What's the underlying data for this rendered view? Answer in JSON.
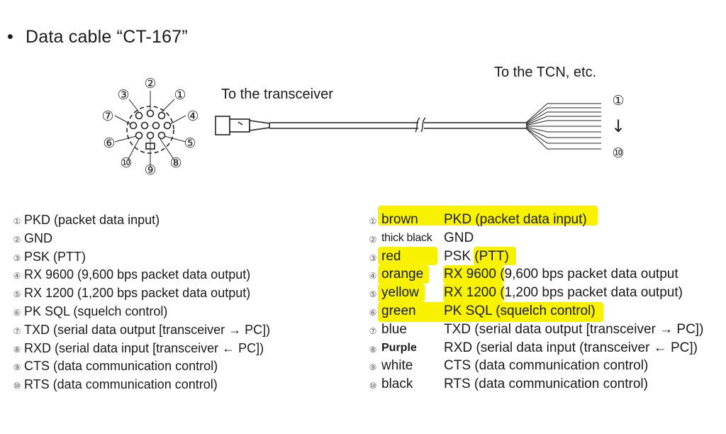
{
  "title": "Data cable “CT-167”",
  "bullet": "•",
  "diagram": {
    "label_transceiver": "To the transceiver",
    "label_tcn": "To the TCN, etc.",
    "wire_top_marker": "①",
    "wire_arrow": "↓",
    "wire_bottom_marker": "⑩",
    "pin_labels": [
      "①",
      "②",
      "③",
      "④",
      "⑤",
      "⑥",
      "⑦",
      "⑧",
      "⑨",
      "⑩"
    ]
  },
  "left_list": [
    {
      "num": "①",
      "text": "PKD (packet data input)"
    },
    {
      "num": "②",
      "text": "GND"
    },
    {
      "num": "③",
      "text": "PSK (PTT)"
    },
    {
      "num": "④",
      "text": "RX 9600 (9,600 bps packet data output)"
    },
    {
      "num": "⑤",
      "text": "RX 1200 (1,200 bps packet data output)"
    },
    {
      "num": "⑥",
      "text": "PK SQL (squelch control)"
    },
    {
      "num": "⑦",
      "text": "TXD (serial data output [transceiver → PC])"
    },
    {
      "num": "⑧",
      "text": "RXD (serial data input [transceiver ← PC])"
    },
    {
      "num": "⑨",
      "text": "CTS (data communication control)"
    },
    {
      "num": "⑩",
      "text": "RTS (data communication control)"
    }
  ],
  "right_list": [
    {
      "num": "①",
      "color": "brown",
      "signal": "PKD (packet data input)"
    },
    {
      "num": "②",
      "color": "thick black",
      "signal": "GND"
    },
    {
      "num": "③",
      "color": "red",
      "signal": "PSK (PTT)"
    },
    {
      "num": "④",
      "color": "orange",
      "signal": "RX 9600 (9,600 bps packet data output"
    },
    {
      "num": "⑤",
      "color": "yellow",
      "signal": "RX 1200 (1,200 bps packet data output)"
    },
    {
      "num": "⑥",
      "color": "green",
      "signal": "PK SQL (squelch control)"
    },
    {
      "num": "⑦",
      "color": "blue",
      "signal": "TXD (serial data output [transceiver → PC])"
    },
    {
      "num": "⑧",
      "color": "Purple",
      "signal": "RXD (serial data input (transceiver ← PC])"
    },
    {
      "num": "⑨",
      "color": "white",
      "signal": "CTS (data communication control)"
    },
    {
      "num": "⑩",
      "color": "black",
      "signal": "RTS (data communication control)"
    }
  ],
  "highlight_color": "#f8f200"
}
